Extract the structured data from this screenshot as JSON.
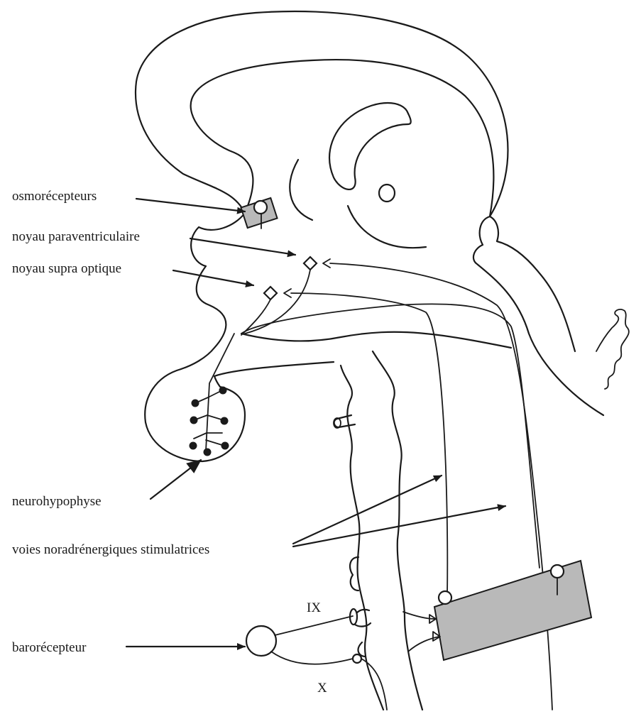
{
  "labels": {
    "osmoreceptors": "osmorécepteurs",
    "paraventricular": "noyau paraventriculaire",
    "supraoptic": "noyau supra optique",
    "neurohypophysis": "neurohypophyse",
    "noradrenergic": "voies noradrénergiques stimulatrices",
    "baroreceptor": "barorécepteur",
    "nerve_ix": "IX",
    "nerve_x": "X"
  },
  "colors": {
    "ink": "#1a1a1a",
    "shading": "#b9b9b9",
    "background": "#ffffff"
  }
}
